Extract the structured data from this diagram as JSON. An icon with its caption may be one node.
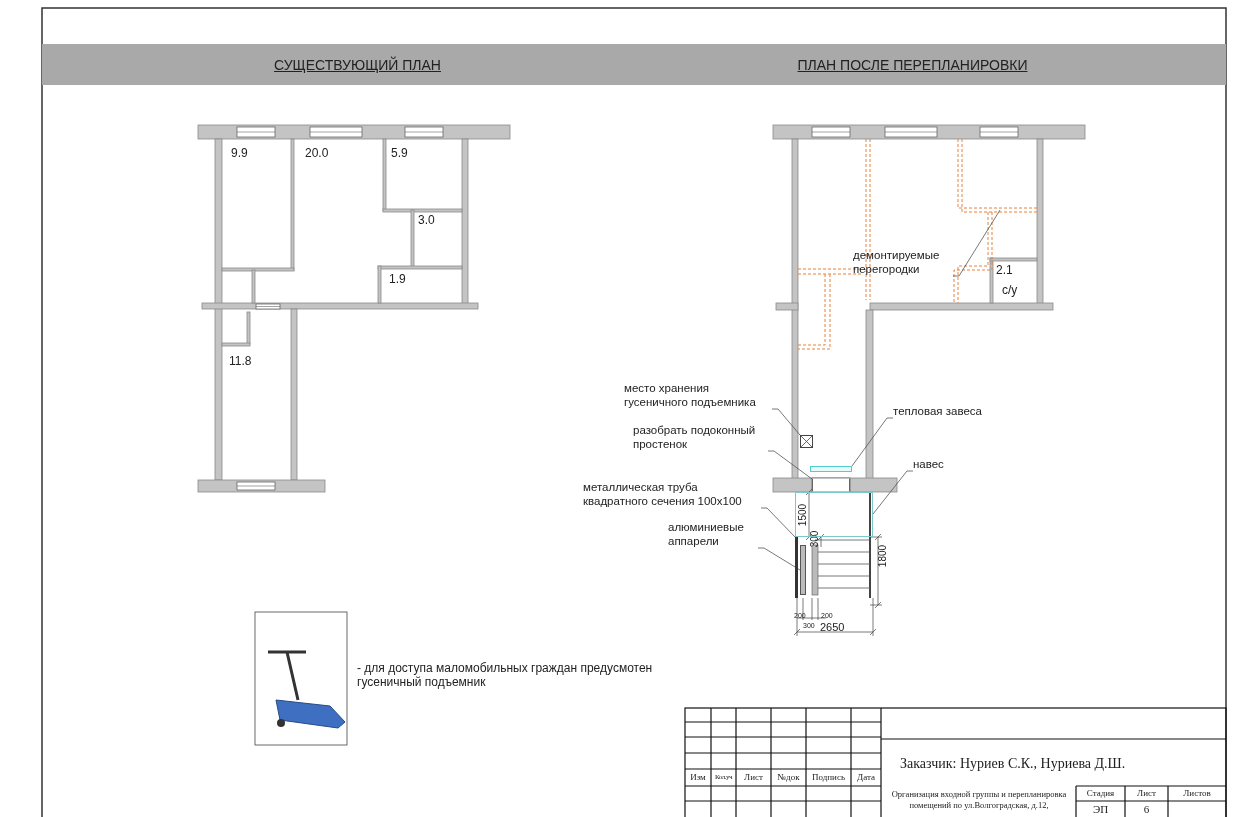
{
  "diagram": {
    "nodes": [
      {
        "text": [
          "демонтируемые перегородки"
        ]
      },
      {
        "text": [
          "место хранения гусеничного подъемника"
        ]
      },
      {
        "text": [
          "тепловая завеса"
        ]
      },
      {
        "text": [],
        "shape": "box"
      },
      {
        "text": [
          "разобрать подоконный простенок"
        ]
      },
      {
        "text": [],
        "shape": "bar"
      },
      {
        "text": [
          "навес"
        ]
      },
      {
        "text": [
          "металлическая труба квадратного сечения 100х100"
        ]
      },
      {
        "text": [
          "алюминиевые аппарели"
        ]
      },
      {
        "text": [],
        "shape": "box"
      },
      {
        "text": [],
        "shape": "box"
      },
      {
        "text": [],
        "shape": "bar"
      },
      {
        "text": [],
        "shape": "bar"
      }
    ],
    "edges": [
      {
        "from": 0,
        "to": null,
        "arrow": "none"
      },
      {
        "from": 1,
        "to": 3,
        "arrow": "none"
      },
      {
        "from": 2,
        "to": 5,
        "arrow": "none"
      },
      {
        "from": 4,
        "to": 9,
        "arrow": "none"
      },
      {
        "from": 6,
        "to": 10,
        "arrow": "none"
      },
      {
        "from": 7,
        "to": 11,
        "arrow": "none"
      },
      {
        "from": 8,
        "to": 12,
        "arrow": "none"
      }
    ],
    "labels": [
      "СУЩЕСТВУЮЩИЙ ПЛАН",
      "ПЛАН ПОСЛЕ ПЕРЕПЛАНИРОВКИ",
      "9.9",
      "20.0",
      "5.9",
      "3.0",
      "1.9",
      "11.8",
      "2.1",
      "с/у",
      "1500",
      "300",
      "1800",
      "200",
      "300",
      "200",
      "2650",
      "- для доступа маломобильных граждан предусмотен гусеничный подъемник",
      "Изм",
      "Кол.уч",
      "Лист",
      "№док",
      "Подпись",
      "Дата",
      "Заказчик: Нуриев С.К., Нуриева Д.Ш.",
      "Организация входной группы и перепланировка помещений по ул.Волгоградская, д.12,",
      "Стадия",
      "Лист",
      "Листов",
      "ЭП",
      "6"
    ]
  }
}
